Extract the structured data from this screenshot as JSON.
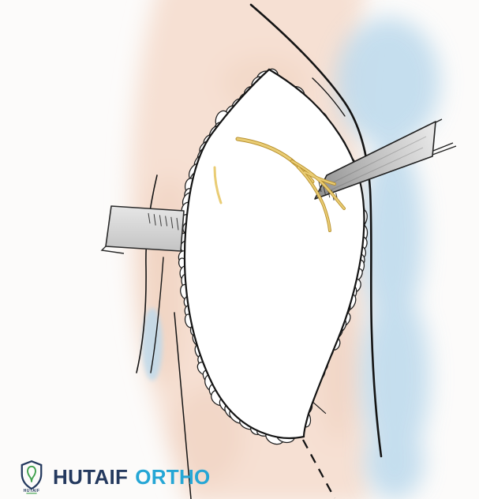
{
  "brand": {
    "primary": "HUTAIF",
    "secondary": "ORTHO",
    "mark_label": "HUTAIF",
    "primary_color": "#24395e",
    "secondary_color": "#25a6d5",
    "mark_accent": "#3fa04c"
  },
  "illustration": {
    "label": "shoulder-surgical-exposure-illustration",
    "palette": {
      "background": "#fcfbfa",
      "skin": "#f6e0d3",
      "skin_deep": "#efd0bd",
      "shadow_blue": "#bcd9ec",
      "outline": "#141414",
      "muscle_white": "#ffffff",
      "vessel_pink": "#dd7487",
      "vessel_pink_light": "#e9a0ab",
      "vessel_outline": "#8e2f42",
      "nerve_yellow": "#e9cc74",
      "nerve_dark": "#b8912f",
      "nerve_band": "#ecd28b",
      "retractor_light": "#e6e6e6",
      "retractor_mid": "#c4c4c4",
      "retractor_dark": "#8f8f8f"
    }
  }
}
